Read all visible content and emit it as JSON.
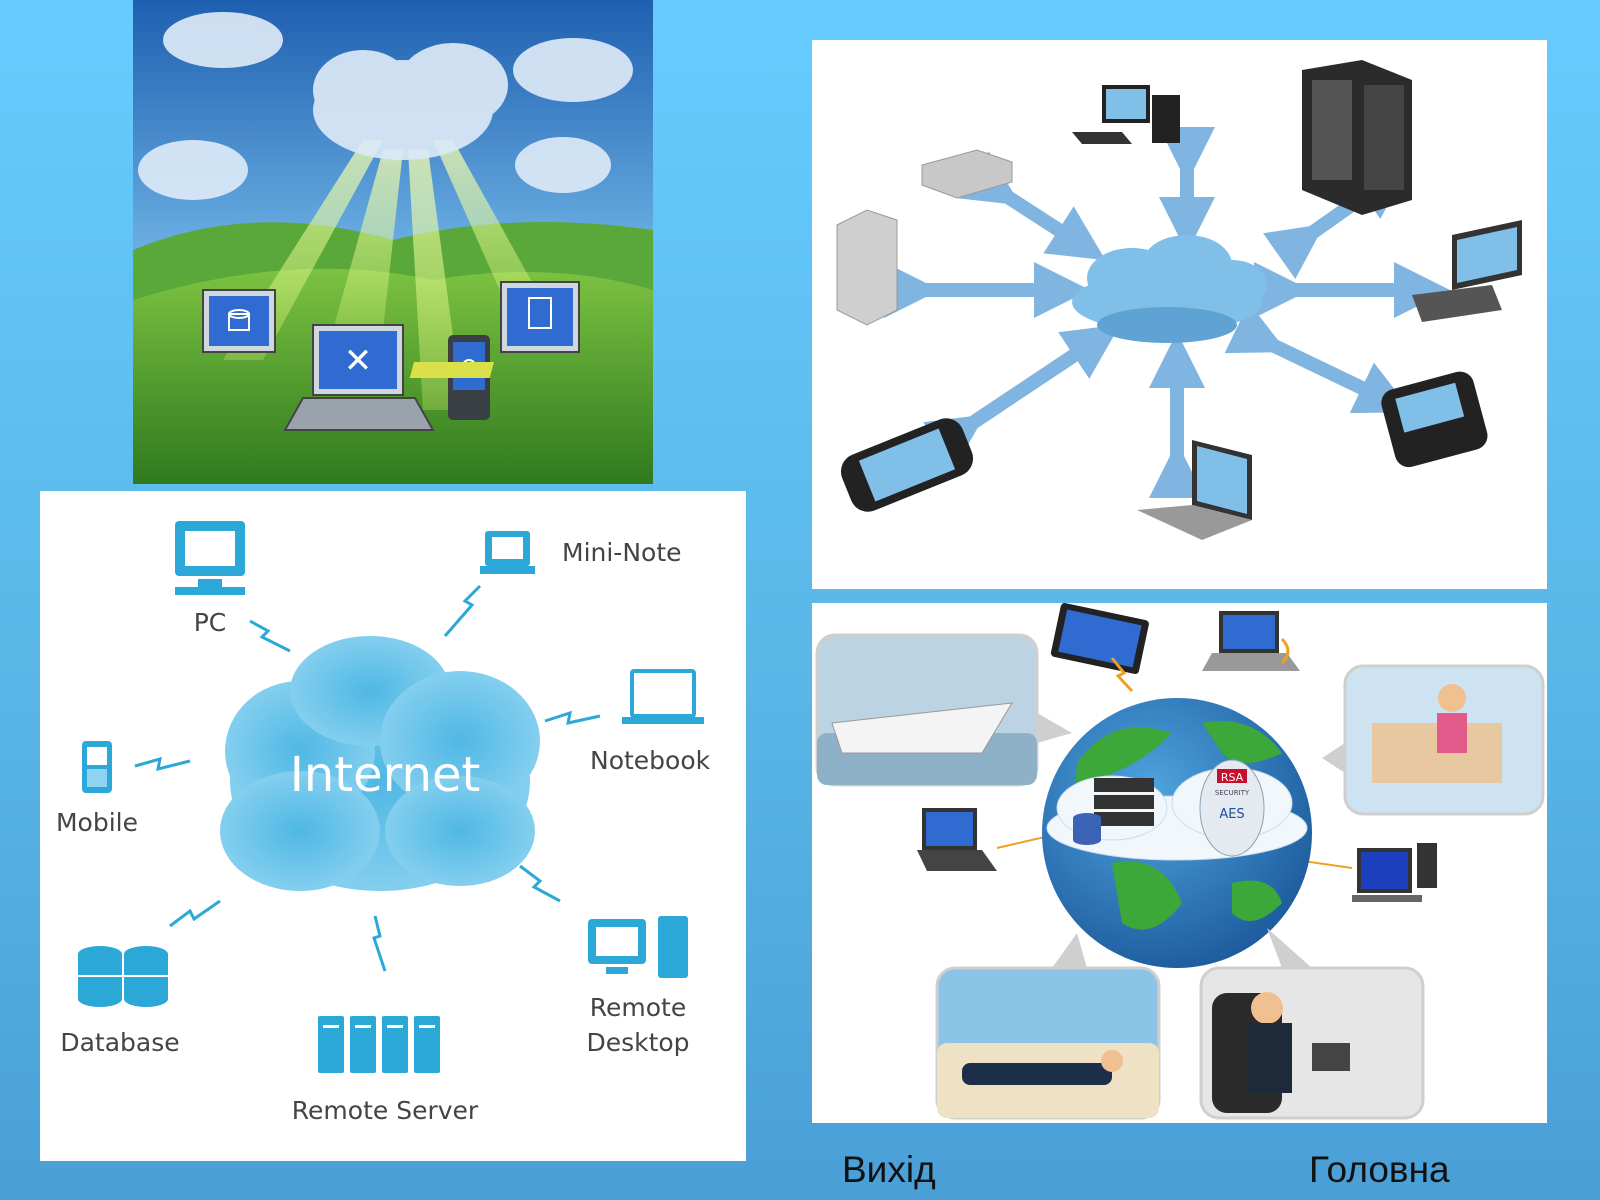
{
  "diagram": {
    "center_label": "Internet",
    "nodes": {
      "pc": "PC",
      "mini_note": "Mini-Note",
      "mobile": "Mobile",
      "notebook": "Notebook",
      "database": "Database",
      "remote_server": "Remote Server",
      "remote_desktop_line1": "Remote",
      "remote_desktop_line2": "Desktop"
    }
  },
  "globe_panel": {
    "badge_brand": "RSA",
    "badge_sub": "SECURITY",
    "badge_label": "AES"
  },
  "navigation": {
    "exit_label": "Вихід",
    "home_label": "Головна"
  },
  "icons": [
    "cloud-icon",
    "monitor-icon",
    "laptop-icon",
    "phone-icon",
    "server-icon",
    "database-icon",
    "lightning-arrow-icon",
    "globe-icon"
  ],
  "colors": {
    "accent_blue": "#2ca8d8",
    "cloud_blue": "#7fbfe8",
    "arrow_blue": "#6aa8dc",
    "background": "#5ab7e8"
  }
}
